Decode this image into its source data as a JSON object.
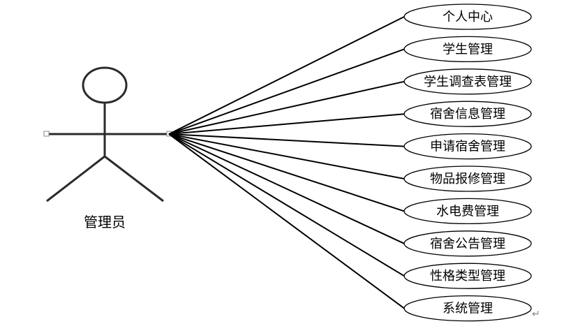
{
  "actor": {
    "label": "管理员"
  },
  "use_cases": [
    {
      "label": "个人中心"
    },
    {
      "label": "学生管理"
    },
    {
      "label": "学生调查表管理"
    },
    {
      "label": "宿舍信息管理"
    },
    {
      "label": "申请宿舍管理"
    },
    {
      "label": "物品报修管理"
    },
    {
      "label": "水电费管理"
    },
    {
      "label": "宿舍公告管理"
    },
    {
      "label": "性格类型管理"
    },
    {
      "label": "系统管理"
    }
  ],
  "paragraph_mark": "↵"
}
